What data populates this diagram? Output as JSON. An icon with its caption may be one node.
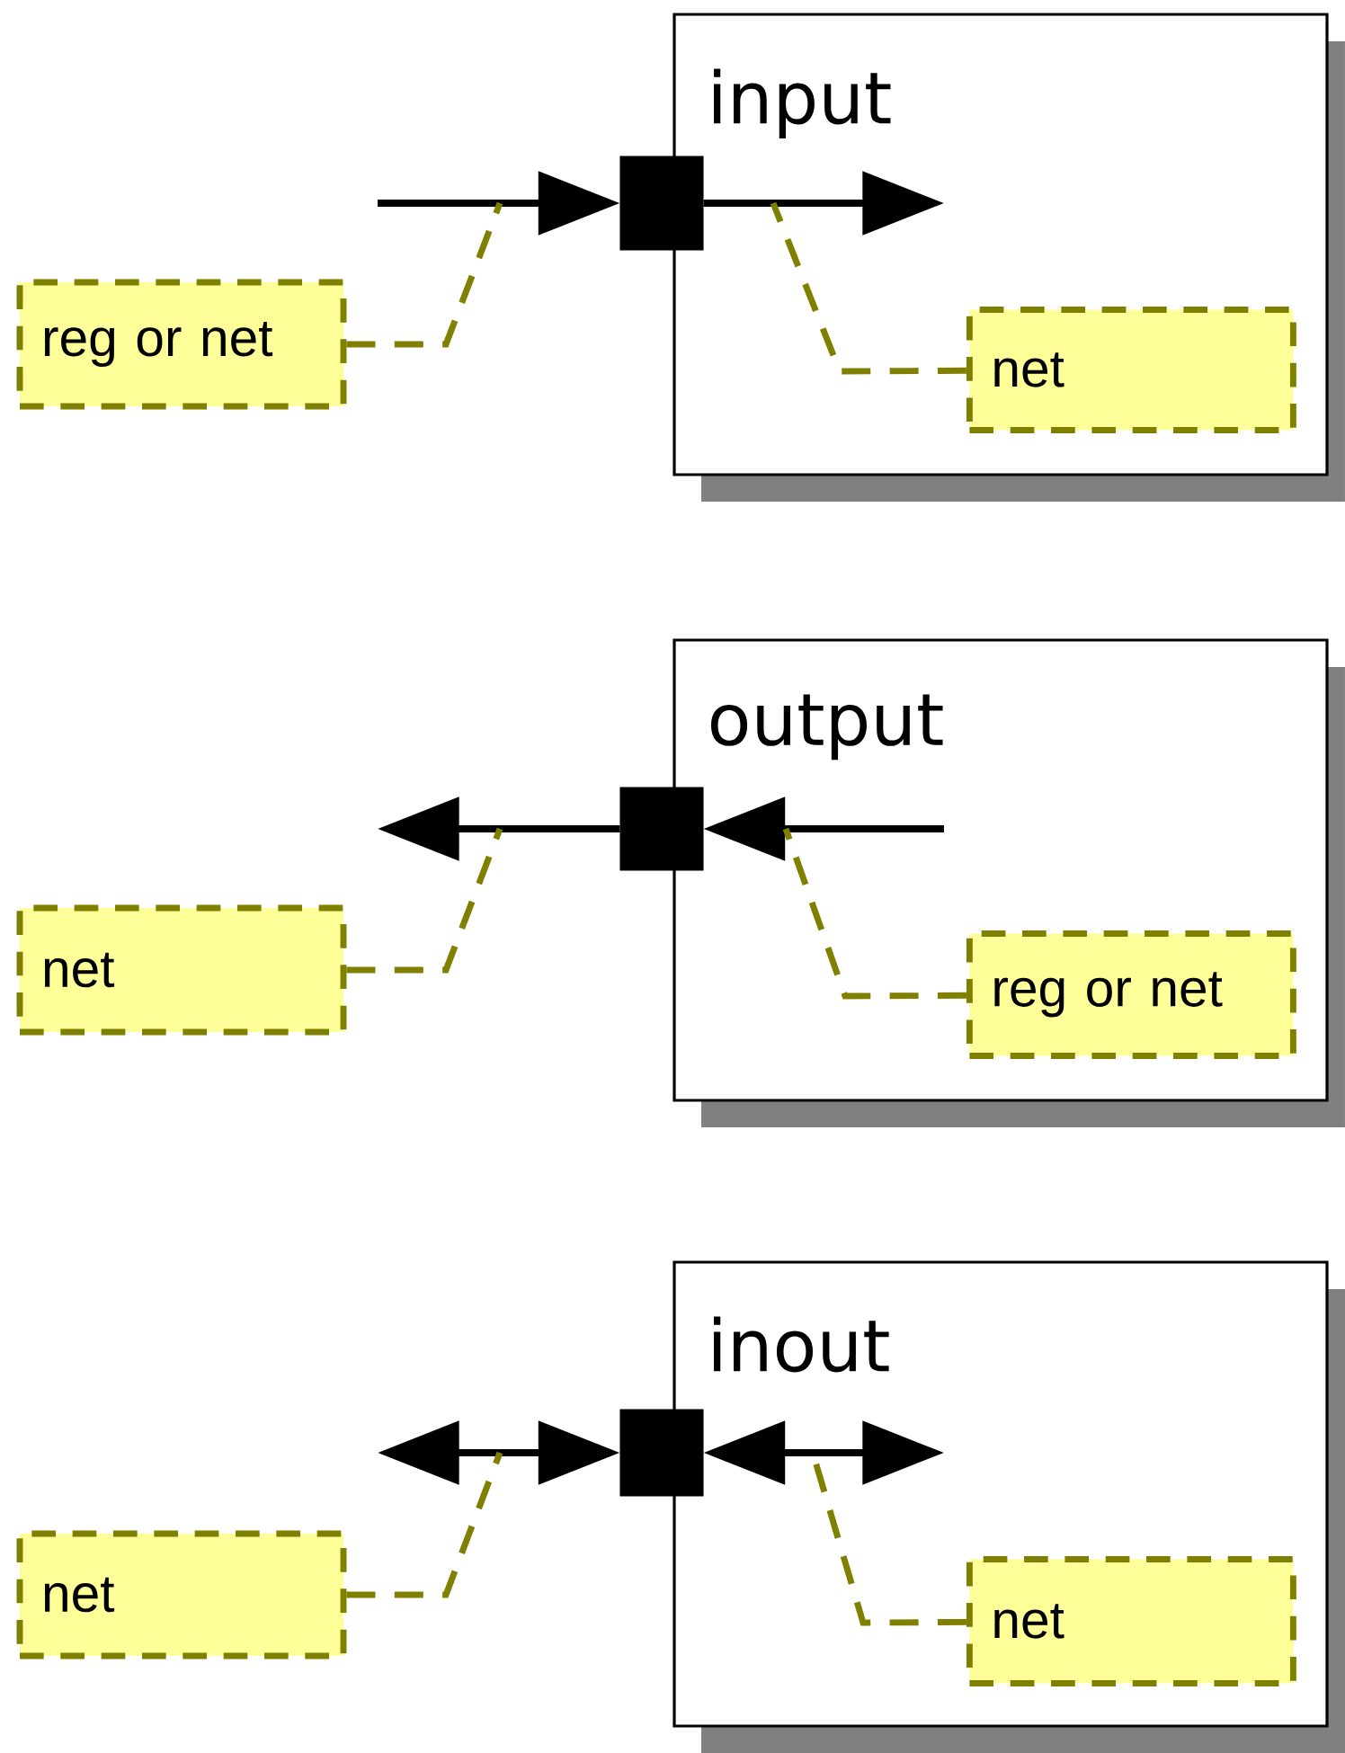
{
  "diagram": {
    "nodes": [
      {
        "text": [
          "input"
        ]
      },
      {
        "text": [],
        "shape": "box"
      },
      {
        "text": [
          "reg or net"
        ]
      },
      {
        "text": [
          "net"
        ],
        "in": 0
      },
      {
        "text": [
          "output"
        ]
      },
      {
        "text": [],
        "shape": "box"
      },
      {
        "text": [
          "net"
        ]
      },
      {
        "text": [
          "reg or net"
        ],
        "in": 4
      },
      {
        "text": [
          "inout"
        ]
      },
      {
        "text": [],
        "shape": "box"
      },
      {
        "text": [
          "net"
        ]
      },
      {
        "text": [
          "net"
        ],
        "in": 8
      }
    ],
    "edges": [
      {
        "from": null,
        "to": 1,
        "arrow": "to"
      },
      {
        "from": 1,
        "to": null,
        "arrow": "to"
      },
      {
        "from": 2,
        "to": null,
        "arrow": "none",
        "style": "dashed",
        "color": "#808000"
      },
      {
        "from": 3,
        "to": null,
        "arrow": "none",
        "style": "dashed",
        "color": "#808000"
      },
      {
        "from": 5,
        "to": null,
        "arrow": "to"
      },
      {
        "from": null,
        "to": 5,
        "arrow": "to"
      },
      {
        "from": 6,
        "to": null,
        "arrow": "none",
        "style": "dashed",
        "color": "#808000"
      },
      {
        "from": 7,
        "to": null,
        "arrow": "none",
        "style": "dashed",
        "color": "#808000"
      },
      {
        "from": null,
        "to": 9,
        "arrow": "both"
      },
      {
        "from": 9,
        "to": null,
        "arrow": "both"
      },
      {
        "from": 10,
        "to": null,
        "arrow": "none",
        "style": "dashed",
        "color": "#808000"
      },
      {
        "from": 11,
        "to": null,
        "arrow": "none",
        "style": "dashed",
        "color": "#808000"
      }
    ]
  }
}
